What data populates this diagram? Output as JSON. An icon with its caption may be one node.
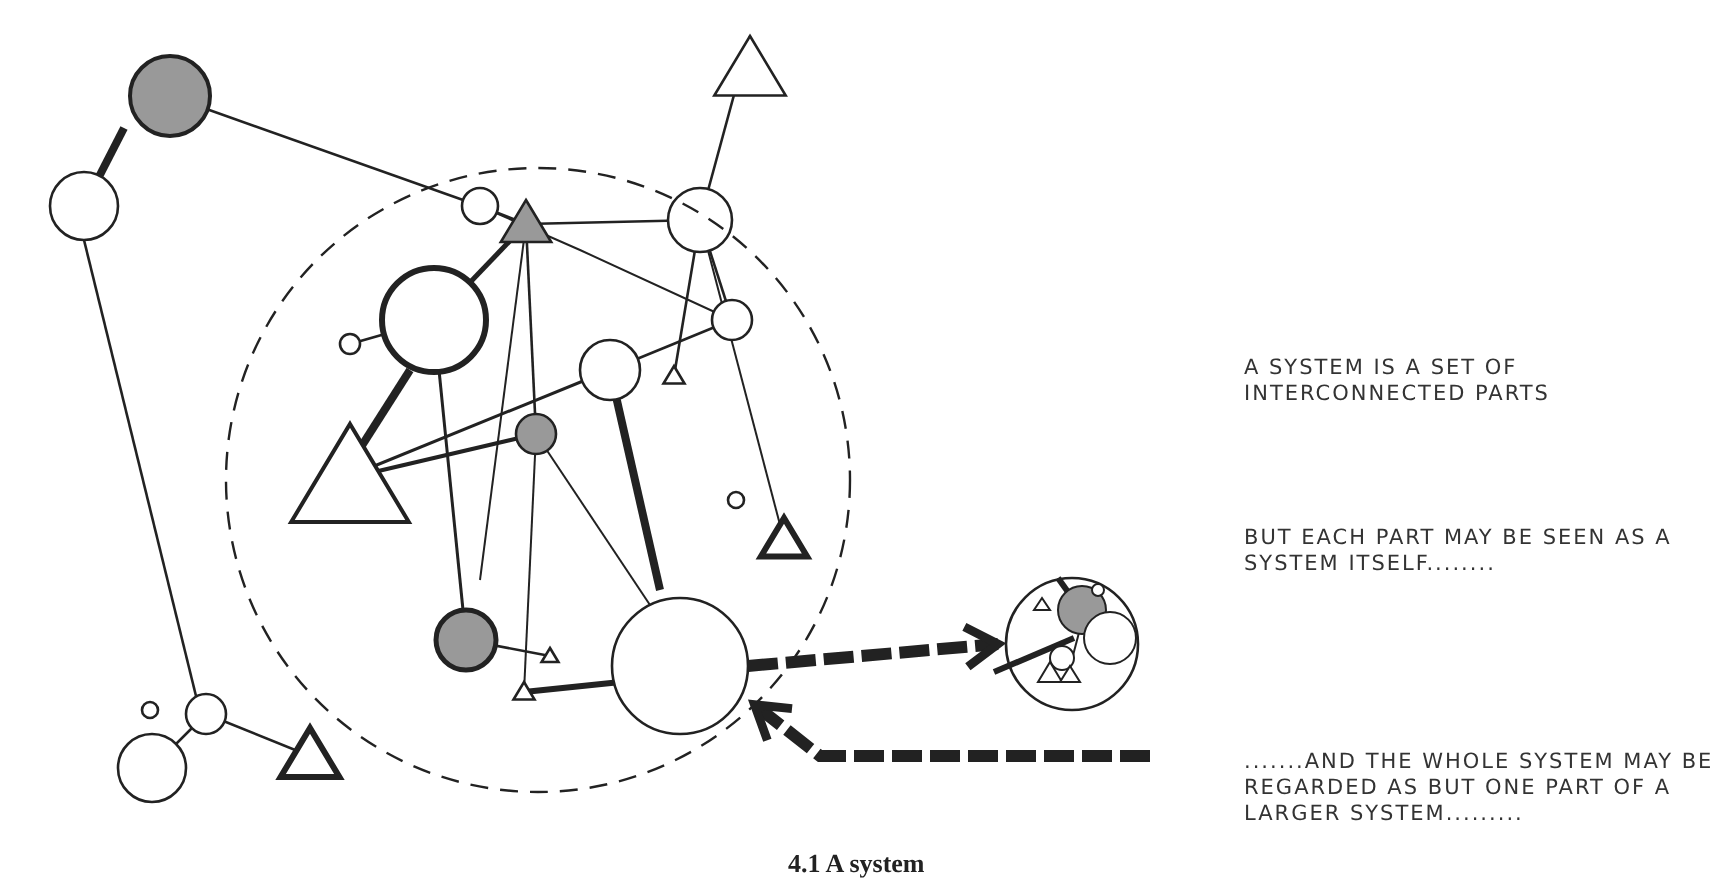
{
  "diagram": {
    "caption": "4.1 A system",
    "nodes": [
      {
        "text": [],
        "shape": "circle"
      },
      {
        "text": [],
        "shape": "circle",
        "in": 0
      },
      {
        "text": [],
        "shape": "circle"
      }
    ],
    "edges": [
      {
        "from": 1,
        "to": 2,
        "arrow": "to",
        "style": "dashed"
      },
      {
        "from": null,
        "to": 0,
        "arrow": "to",
        "style": "dashed"
      }
    ],
    "labels": [
      "A SYSTEM IS A SET OF INTERCONNECTED PARTS",
      "BUT EACH PART MAY BE SEEN AS A SYSTEM ITSELF........",
      ".......AND THE WHOLE SYSTEM MAY BE REGARDED AS BUT ONE PART OF A LARGER SYSTEM........."
    ]
  }
}
